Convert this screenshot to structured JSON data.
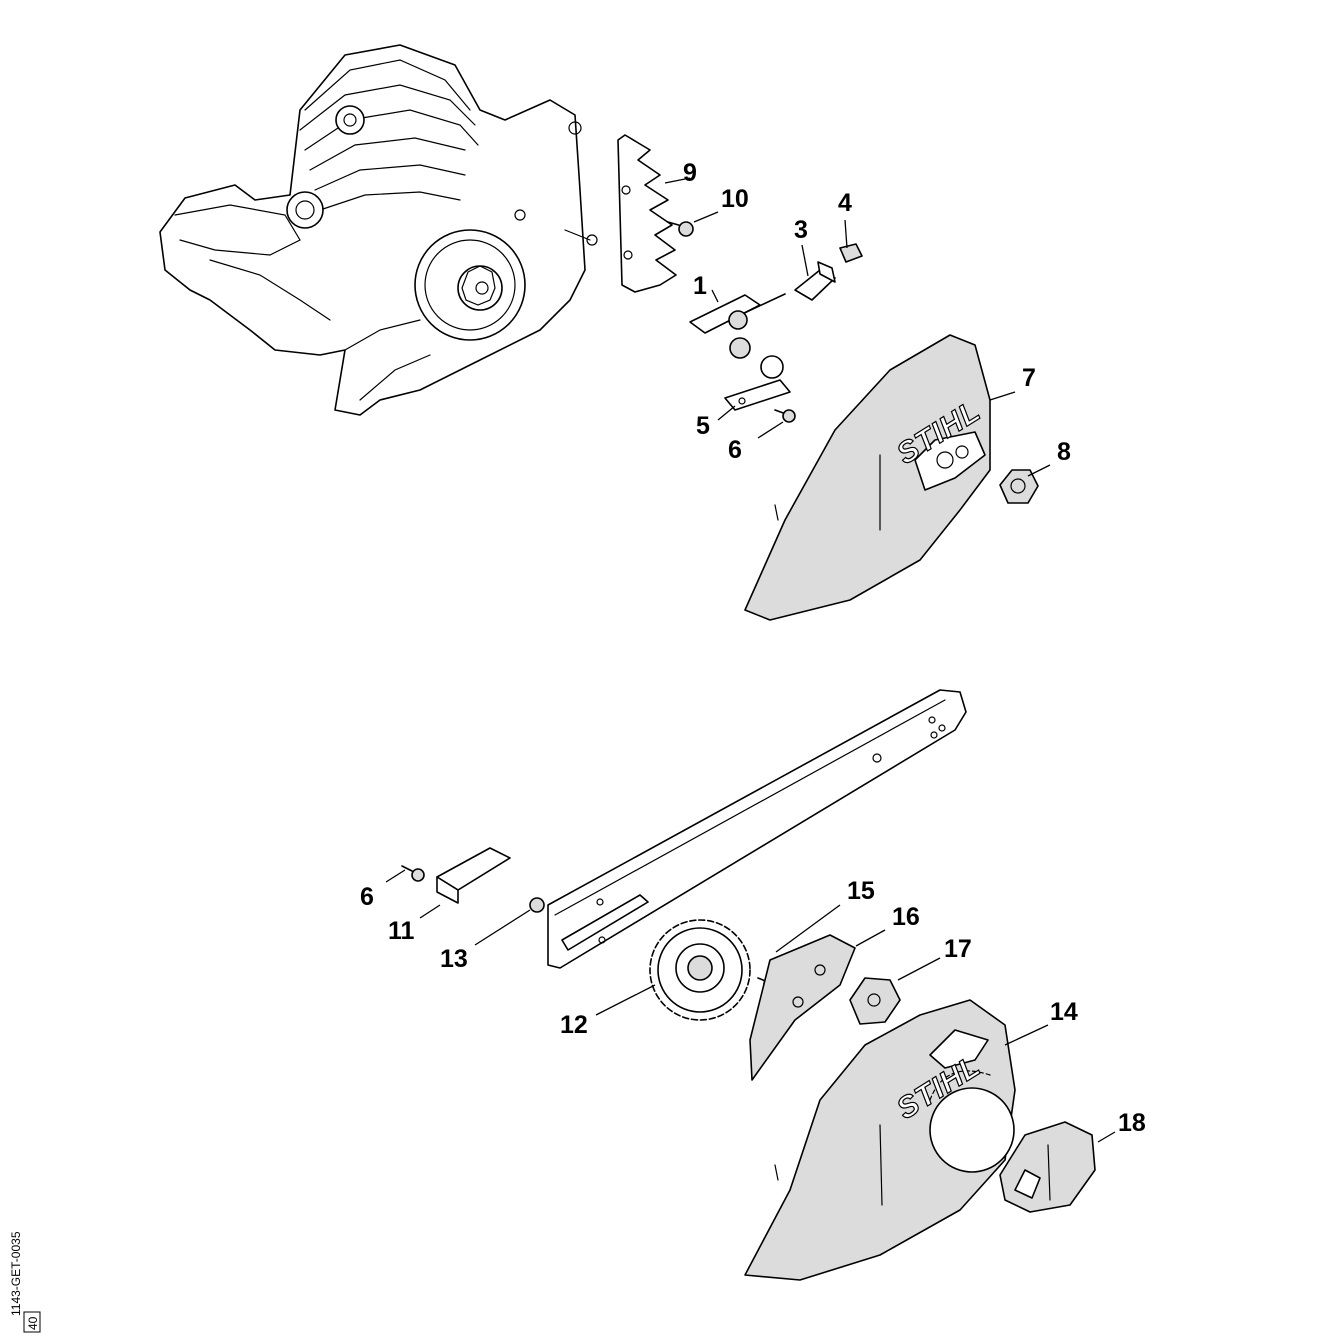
{
  "brand_text": "STIHL",
  "drawing_code": "1143-GET-0035",
  "page_number": "40",
  "callouts": {
    "c1": "1",
    "c3": "3",
    "c4": "4",
    "c5": "5",
    "c6a": "6",
    "c7": "7",
    "c8": "8",
    "c9": "9",
    "c10": "10",
    "c6b": "6",
    "c11": "11",
    "c12": "12",
    "c13": "13",
    "c14": "14",
    "c15": "15",
    "c16": "16",
    "c17": "17",
    "c18": "18"
  },
  "colors": {
    "line": "#000000",
    "fill": "#ffffff",
    "shade": "#dcdcdc"
  }
}
